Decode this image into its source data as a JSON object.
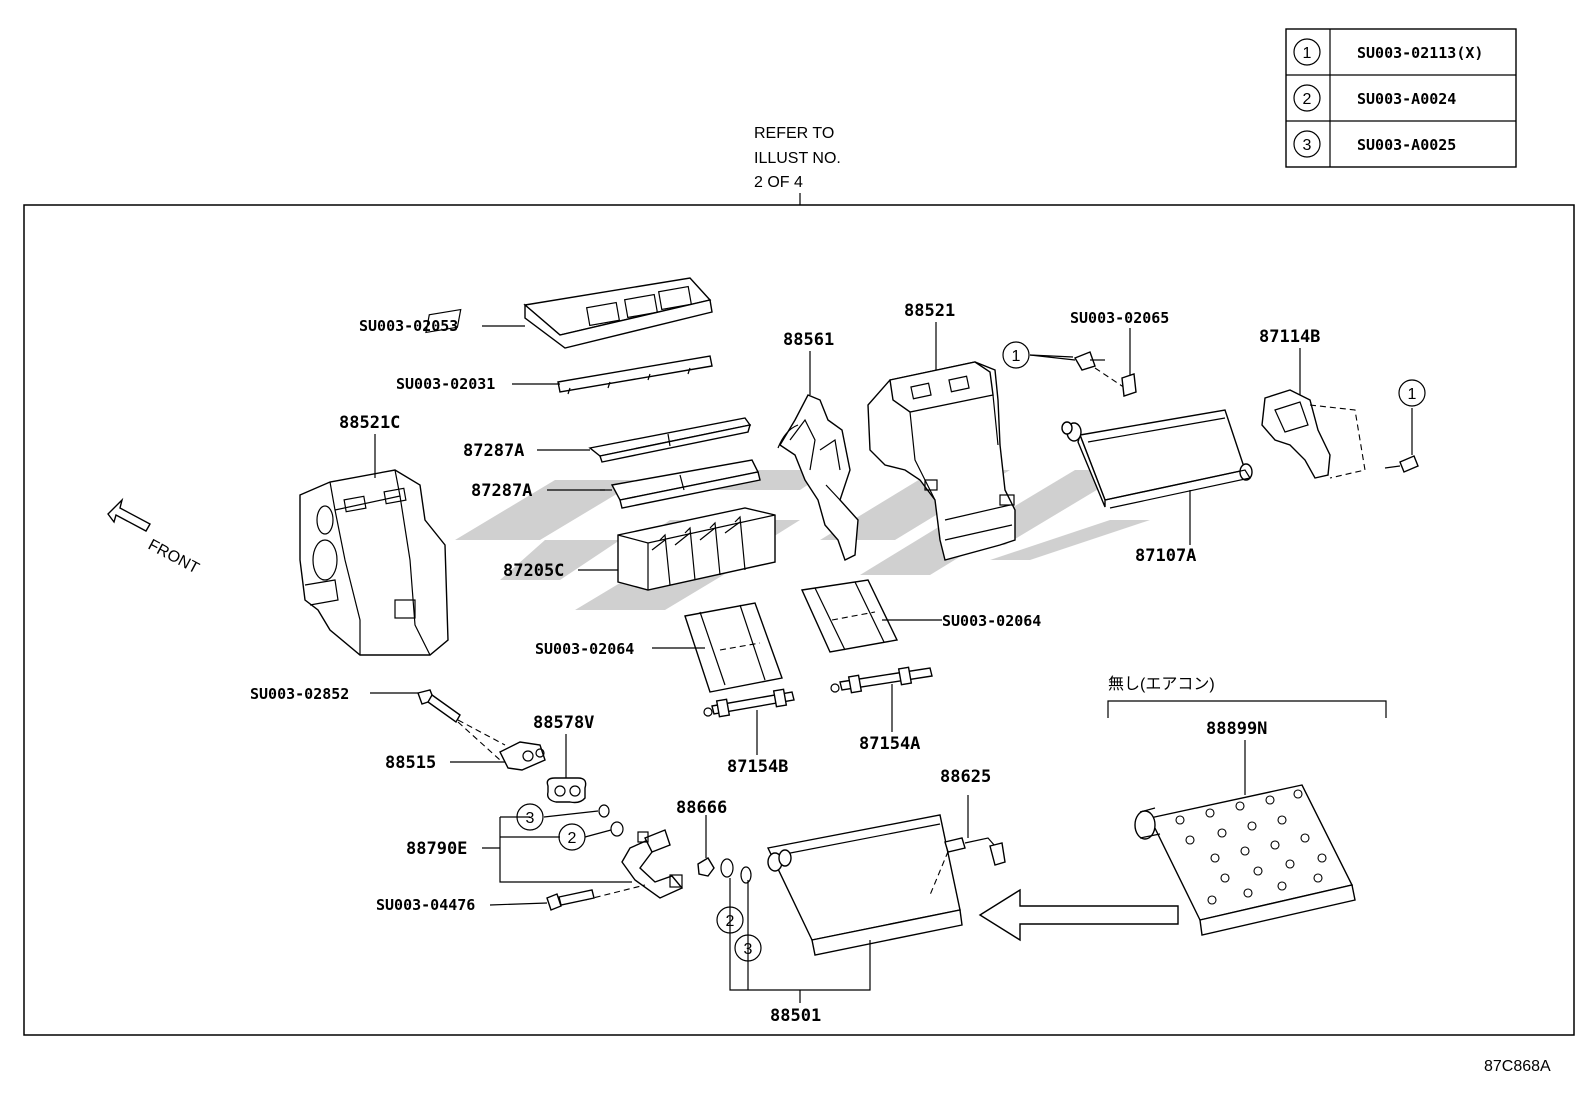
{
  "refer_note": {
    "line1": "REFER TO",
    "line2": "ILLUST NO.",
    "line3": "2 OF 4"
  },
  "legend": [
    {
      "num": "1",
      "code": "SU003-02113(X)"
    },
    {
      "num": "2",
      "code": "SU003-A0024"
    },
    {
      "num": "3",
      "code": "SU003-A0025"
    }
  ],
  "front_label": "FRONT",
  "no_ac_note": "無し(エアコン)",
  "diagram_id": "87C868A",
  "parts": {
    "p_su0302053": "SU003-02053",
    "p_su0302031": "SU003-02031",
    "p_88521c": "88521C",
    "p_87287a_1": "87287A",
    "p_87287a_2": "87287A",
    "p_87205c": "87205C",
    "p_88561": "88561",
    "p_88521": "88521",
    "p_su0302065": "SU003-02065",
    "p_87114b": "87114B",
    "p_87107a": "87107A",
    "p_su0302064_l": "SU003-02064",
    "p_su0302064_r": "SU003-02064",
    "p_su0302852": "SU003-02852",
    "p_88515": "88515",
    "p_88578v": "88578V",
    "p_87154b": "87154B",
    "p_87154a": "87154A",
    "p_88899n": "88899N",
    "p_88625": "88625",
    "p_88666": "88666",
    "p_88790e": "88790E",
    "p_su0304476": "SU003-04476",
    "p_88501": "88501"
  },
  "callouts": {
    "c1a": "1",
    "c1b": "1",
    "c3a": "3",
    "c2a": "2",
    "c2b": "2",
    "c3b": "3"
  }
}
